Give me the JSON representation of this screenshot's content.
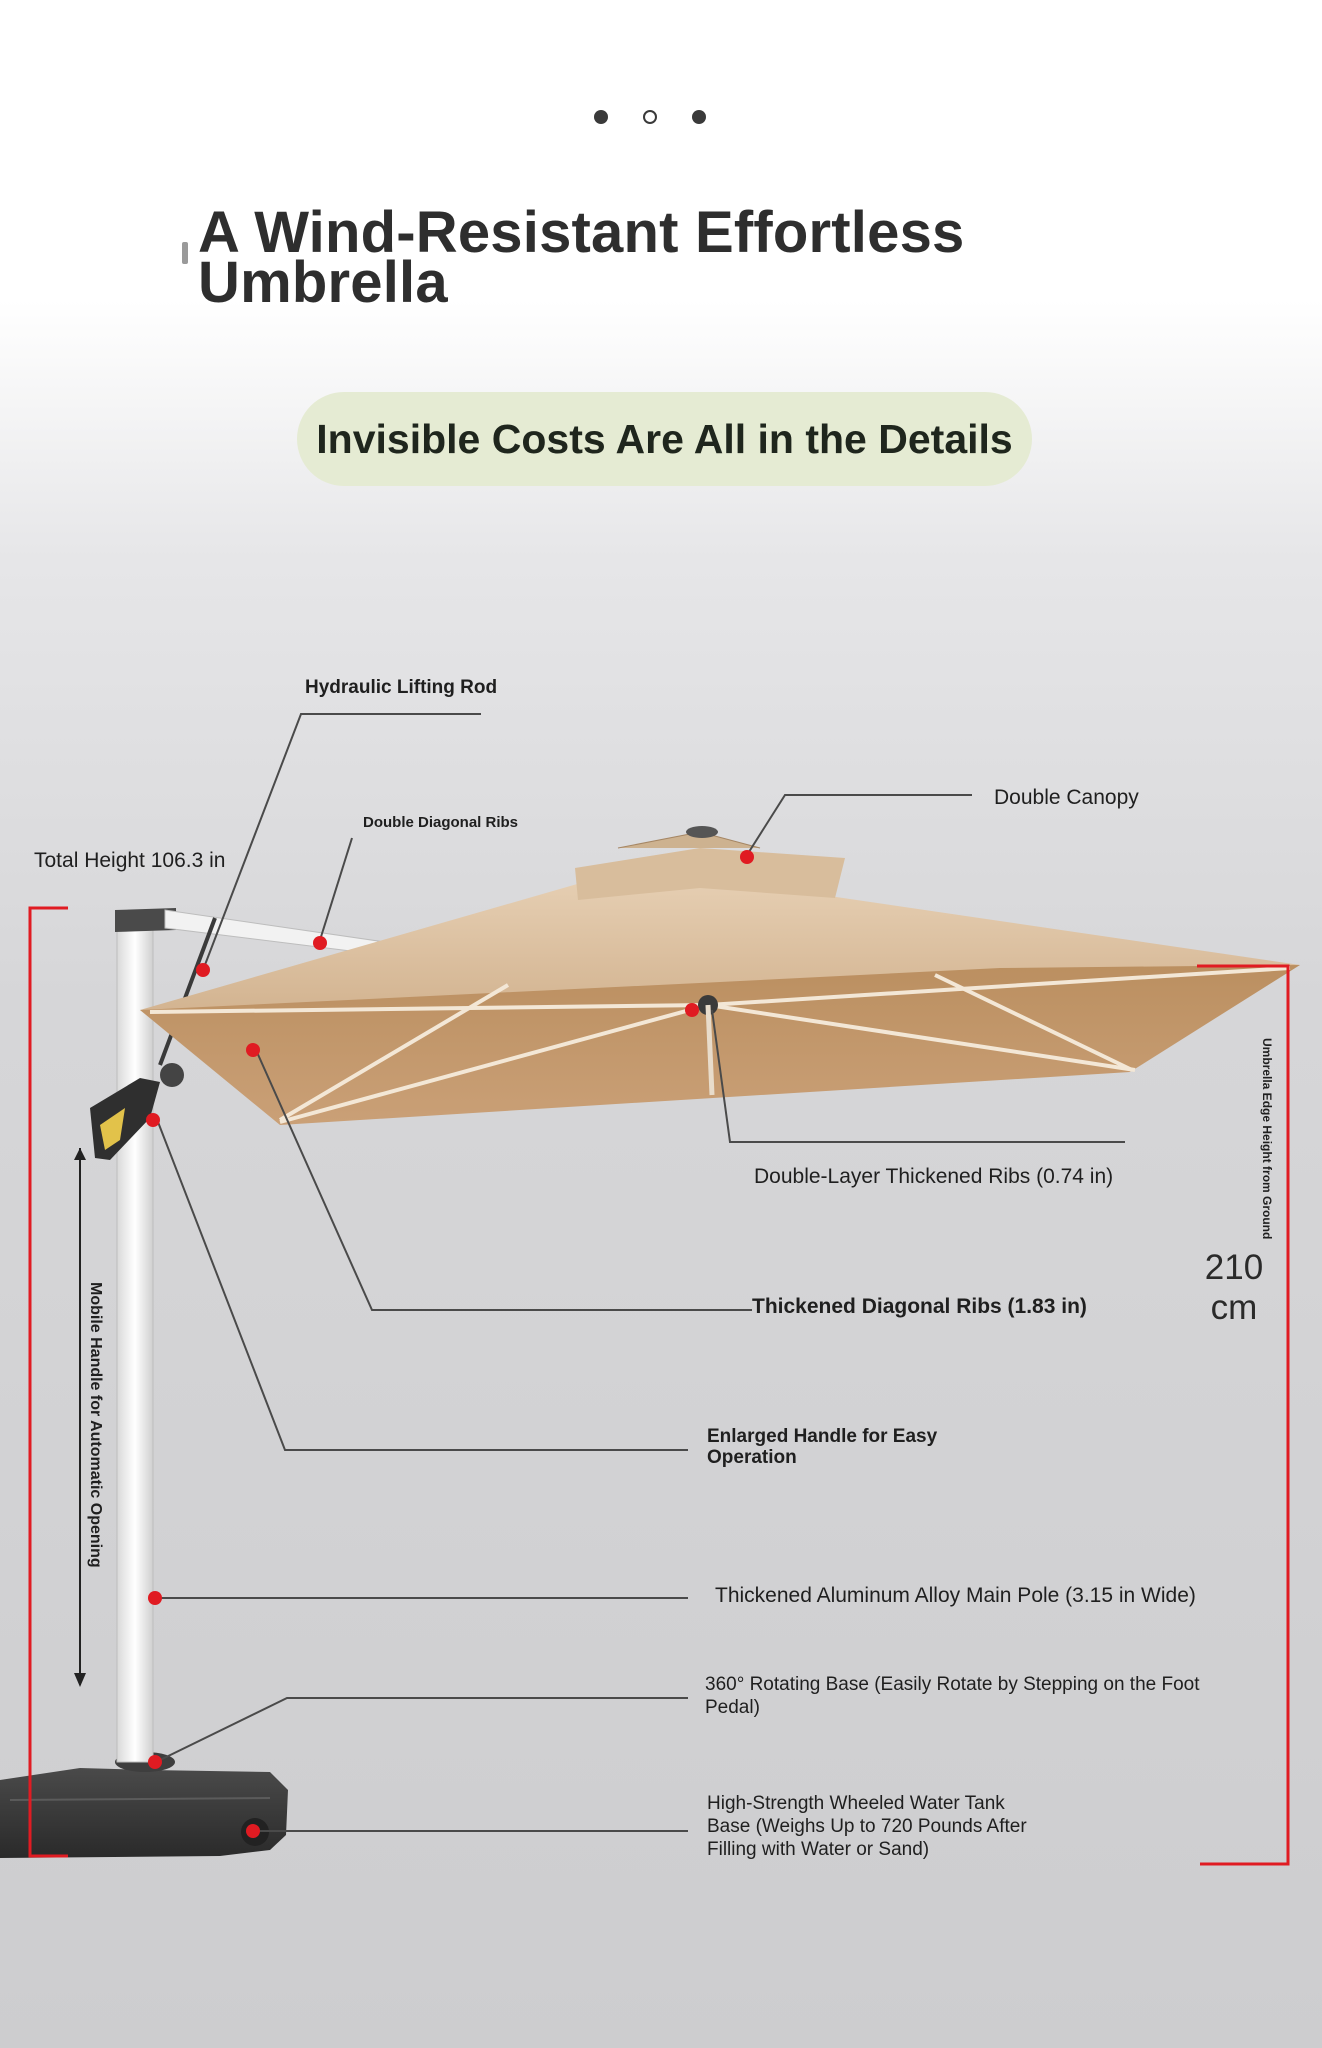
{
  "carousel": {
    "total": 3,
    "active": 1
  },
  "title": "A Wind-Resistant Effortless Umbrella",
  "subtitle": "Invisible Costs Are All in the Details",
  "labels": {
    "hydraulic_rod": "Hydraulic Lifting Rod",
    "double_diagonal_ribs": "Double Diagonal Ribs",
    "total_height": "Total Height 106.3 in",
    "double_canopy": "Double Canopy",
    "double_layer_ribs": "Double-Layer Thickened Ribs (0.74 in)",
    "thickened_diagonal_ribs": "Thickened Diagonal Ribs (1.83 in)",
    "enlarged_handle": "Enlarged Handle for Easy Operation",
    "main_pole": "Thickened Aluminum Alloy Main Pole (3.15 in Wide)",
    "rotating_base": "360° Rotating Base (Easily Rotate by Stepping on the Foot Pedal)",
    "water_tank": "High-Strength Wheeled Water Tank Base (Weighs Up to 720 Pounds After Filling with Water or Sand)",
    "mobile_handle": "Mobile Handle for Automatic Opening",
    "edge_height_caption": "Umbrella Edge Height from Ground",
    "edge_height_value": "210",
    "edge_height_unit": "cm"
  },
  "colors": {
    "accent_red": "#e01b22",
    "canopy": "#caa57c",
    "canopy_top": "#dcc1a1",
    "pill": "#e5ebd3",
    "leader_line": "#4a4a4a"
  }
}
